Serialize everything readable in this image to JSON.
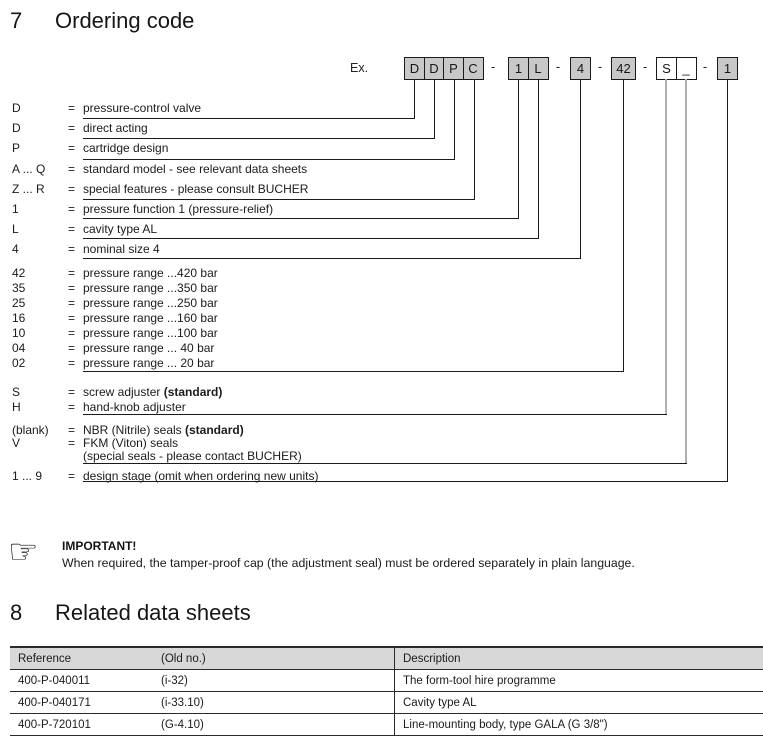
{
  "section7": {
    "number": "7",
    "title": "Ordering code"
  },
  "example_label": "Ex.",
  "ordering": {
    "separator": "-",
    "boxes": [
      {
        "label": "D",
        "filled": true
      },
      {
        "label": "D",
        "filled": true
      },
      {
        "label": "P",
        "filled": true
      },
      {
        "label": "C",
        "filled": true
      },
      {
        "label": "1",
        "filled": true
      },
      {
        "label": "L",
        "filled": true
      },
      {
        "label": "4",
        "filled": true
      },
      {
        "label": "42",
        "filled": true
      },
      {
        "label": "S",
        "filled": false
      },
      {
        "label": "_",
        "filled": false
      },
      {
        "label": "1",
        "filled": true
      }
    ],
    "entries": [
      {
        "code": "D",
        "eq": "=",
        "desc": "pressure-control valve"
      },
      {
        "code": "D",
        "eq": "=",
        "desc": "direct acting"
      },
      {
        "code": "P",
        "eq": "=",
        "desc": "cartridge design"
      },
      {
        "code": "A ... Q",
        "eq": "=",
        "desc": "standard model - see relevant data sheets"
      },
      {
        "code": "Z ... R",
        "eq": "=",
        "desc": "special features - please consult BUCHER"
      },
      {
        "code": "1",
        "eq": "=",
        "desc": "pressure function 1 (pressure-relief)"
      },
      {
        "code": "L",
        "eq": "=",
        "desc": "cavity type AL"
      },
      {
        "code": "4",
        "eq": "=",
        "desc": "nominal size 4"
      },
      {
        "code": "42",
        "eq": "=",
        "desc": "pressure range ...420 bar"
      },
      {
        "code": "35",
        "eq": "=",
        "desc": "pressure range ...350 bar"
      },
      {
        "code": "25",
        "eq": "=",
        "desc": "pressure range ...250 bar"
      },
      {
        "code": "16",
        "eq": "=",
        "desc": "pressure range ...160 bar"
      },
      {
        "code": "10",
        "eq": "=",
        "desc": "pressure range ...100 bar"
      },
      {
        "code": "04",
        "eq": "=",
        "desc": "pressure range ... 40 bar"
      },
      {
        "code": "02",
        "eq": "=",
        "desc": "pressure range ... 20 bar"
      },
      {
        "code": "S",
        "eq": "=",
        "desc": "screw adjuster ",
        "note": "(standard)"
      },
      {
        "code": "H",
        "eq": "=",
        "desc": "hand-knob adjuster"
      },
      {
        "code": "(blank)",
        "eq": "=",
        "desc": "NBR (Nitrile) seals  ",
        "note": "(standard)"
      },
      {
        "code": "V",
        "eq": "=",
        "desc": "FKM (Viton) seals"
      },
      {
        "code": "",
        "eq": "",
        "desc": "(special seals - please contact BUCHER)"
      },
      {
        "code": "1 ... 9",
        "eq": "=",
        "desc": "design stage (omit when ordering new units)"
      }
    ]
  },
  "important": {
    "icon": "pointing-hand-icon",
    "icon_glyph": "☞",
    "title": "IMPORTANT!",
    "text": "When required, the tamper-proof cap (the adjustment seal) must be ordered separately in plain language."
  },
  "section8": {
    "number": "8",
    "title": "Related data sheets"
  },
  "related_table": {
    "headers": [
      "Reference",
      "(Old no.)",
      "Description"
    ],
    "rows": [
      {
        "reference": "400-P-040011",
        "old_no": "(i-32)",
        "description": "The form-tool hire programme"
      },
      {
        "reference": "400-P-040171",
        "old_no": "(i-33.10)",
        "description": "Cavity type AL"
      },
      {
        "reference": "400-P-720101",
        "old_no": "(G-4.10)",
        "description": "Line-mounting body, type GALA  (G 3/8\")"
      }
    ]
  },
  "colors": {
    "box_fill_gray": "#c8c8c8",
    "table_header_gray": "#d8d8d8",
    "connector_gray": "#b0b0b0",
    "line_black": "#1a1a1a"
  }
}
